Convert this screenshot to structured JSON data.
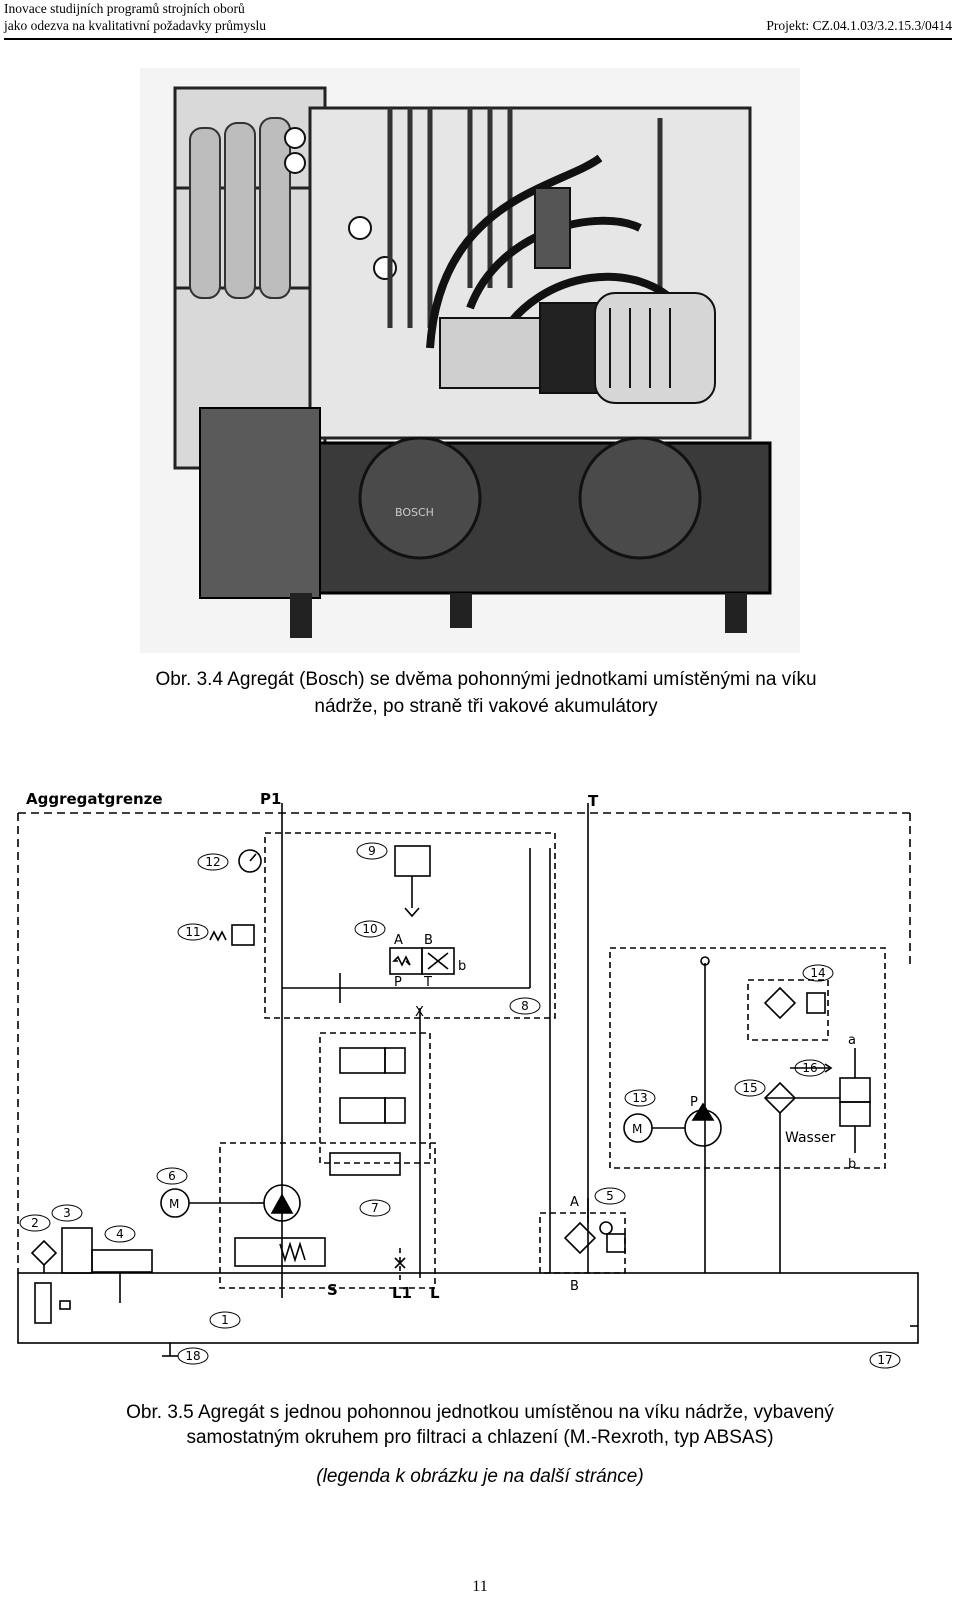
{
  "header": {
    "line1": "Inovace studijních programů strojních oborů",
    "line2": "jako odezva na kvalitativní požadavky průmyslu",
    "project": "Projekt: CZ.04.1.03/3.2.15.3/0414"
  },
  "figure1": {
    "caption_line1": "Obr. 3.4 Agregát (Bosch) se dvěma pohonnými jednotkami umístěnými na víku",
    "caption_line2": "nádrže, po straně tři vakové akumulátory",
    "photo_badge": "BOSCH"
  },
  "figure2": {
    "labels": {
      "boundary": "Aggregatgrenze",
      "p1": "P1",
      "t": "T",
      "s": "S",
      "l1": "L1",
      "l": "L",
      "x": "X",
      "a": "A",
      "b": "B",
      "p": "P",
      "t_port": "T",
      "b_lower": "b",
      "a_lower": "a",
      "m": "M",
      "wasser": "Wasser"
    },
    "callouts": [
      "1",
      "2",
      "3",
      "4",
      "5",
      "6",
      "7",
      "8",
      "9",
      "10",
      "11",
      "12",
      "13",
      "14",
      "15",
      "16",
      "17",
      "18"
    ],
    "caption_line1": "Obr. 3.5 Agregát s jednou pohonnou jednotkou umístěnou na víku nádrže, vybavený",
    "caption_line2": "samostatným okruhem pro filtraci a chlazení (M.-Rexroth, typ ABSAS)"
  },
  "legend_note": "(legenda k obrázku je na další stránce)",
  "page_number": "11"
}
